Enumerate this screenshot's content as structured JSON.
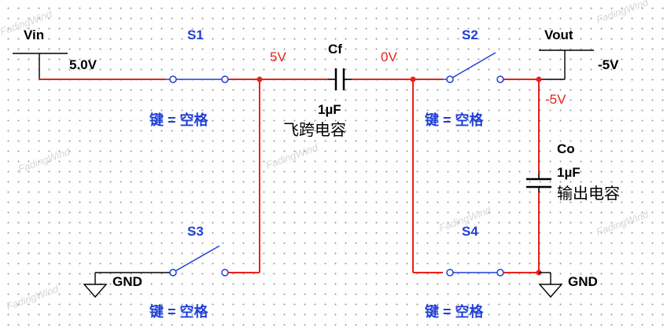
{
  "watermark": "FadingWind",
  "labels": {
    "vin": "Vin",
    "vin_value": "5.0V",
    "vout": "Vout",
    "vout_value": "-5V",
    "node_5v": "5V",
    "node_0v": "0V",
    "node_neg5v": "-5V",
    "gnd_left": "GND",
    "gnd_right": "GND"
  },
  "switches": {
    "s1": {
      "name": "S1",
      "key": "键 = 空格"
    },
    "s2": {
      "name": "S2",
      "key": "键 = 空格"
    },
    "s3": {
      "name": "S3",
      "key": "键 = 空格"
    },
    "s4": {
      "name": "S4",
      "key": "键 = 空格"
    }
  },
  "capacitors": {
    "cf": {
      "name": "Cf",
      "value": "1µF",
      "desc": "飞跨电容"
    },
    "co": {
      "name": "Co",
      "value": "1µF",
      "desc": "输出电容"
    }
  },
  "colors": {
    "wire_red": "#e8211a",
    "wire_black": "#000000",
    "wire_blue": "#1f3fd6",
    "label_blue": "#1f3fd6",
    "label_red": "#e8211a"
  }
}
